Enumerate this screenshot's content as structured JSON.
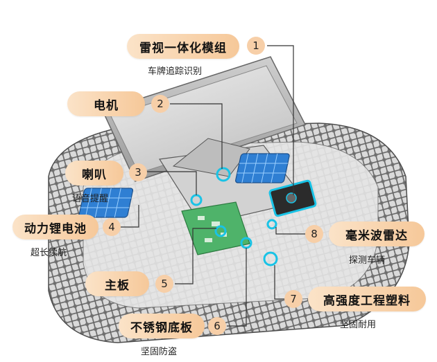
{
  "colors": {
    "accent": "#f6c899",
    "accent_light": "#fbe3c8",
    "leader": "#333333",
    "highlight": "#19c3e6",
    "board": "#4fb36a"
  },
  "icons": [
    "robot-mower-chassis",
    "battery-pack",
    "pcb-board",
    "radar-module"
  ],
  "callouts": [
    {
      "num": "1",
      "title": "雷视一体化模组",
      "subtitle": "车牌追踪识别"
    },
    {
      "num": "2",
      "title": "电机",
      "subtitle": ""
    },
    {
      "num": "3",
      "title": "喇叭",
      "subtitle": "语音提醒"
    },
    {
      "num": "4",
      "title": "动力锂电池",
      "subtitle": "超长续航"
    },
    {
      "num": "5",
      "title": "主板",
      "subtitle": ""
    },
    {
      "num": "6",
      "title": "不锈钢底板",
      "subtitle": "坚固防盗"
    },
    {
      "num": "7",
      "title": "高强度工程塑料",
      "subtitle": "坚固耐用"
    },
    {
      "num": "8",
      "title": "毫米波雷达",
      "subtitle": "探测车辆"
    }
  ]
}
